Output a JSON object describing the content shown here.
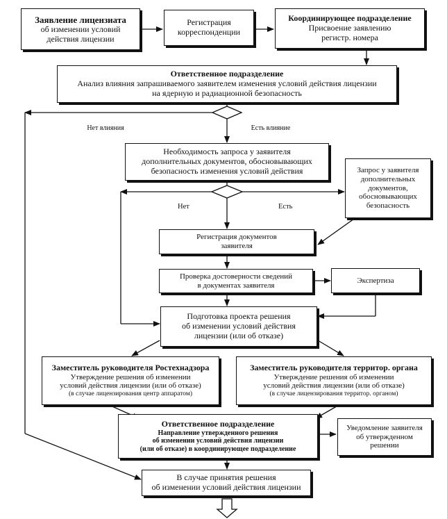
{
  "boxes": {
    "statement": {
      "lines": [
        "Заявление лицензиата",
        "об изменении условий",
        "действия лицензии"
      ]
    },
    "registration": {
      "lines": [
        "Регистрация",
        "корреспонденции"
      ]
    },
    "coordinating": {
      "lines": [
        "Координирующее подразделение",
        "Присвоение заявлению",
        "регистр. номера"
      ]
    },
    "responsible_analysis": {
      "lines": [
        "Ответственное подразделение",
        "Анализ влияния запрашиваемого заявителем изменения условий действия лицензии",
        "на ядерную и радиационной безопасность"
      ]
    },
    "need_docs": {
      "lines": [
        "Необходимость запроса у заявителя",
        "дополнительных документов, обосновывающих",
        "безопасность изменения условий действия"
      ]
    },
    "request_docs": {
      "lines": [
        "Запрос у заявителя",
        "дополнительных",
        "документов,",
        "обосновывающих",
        "безопасность"
      ]
    },
    "register_docs": {
      "lines": [
        "Регистрация документов",
        "заявителя"
      ]
    },
    "verify": {
      "lines": [
        "Проверка достоверности сведений",
        "в документах заявителя"
      ]
    },
    "expertise": {
      "lines": [
        "Экспертиза"
      ]
    },
    "prepare": {
      "lines": [
        "Подготовка проекта решения",
        "об изменении условий действия",
        "лицензии (или об отказе)"
      ]
    },
    "deputy_rtn": {
      "lines": [
        "Заместитель руководителя Ростехнадзора",
        "Утверждение решения об изменении",
        "условий действия лицензии (или об отказе)",
        "(в случае лицензирования центр аппаратом)"
      ]
    },
    "deputy_terr": {
      "lines": [
        "Заместитель руководителя территор. органа",
        "Утверждение решения об изменении",
        "условий действия лицензии (или об отказе)",
        "(в случае лицензирования территор. органом)"
      ]
    },
    "responsible_send": {
      "lines": [
        "Ответственное подразделение",
        "Направление утвержденного решения",
        "об изменении условий действия лицензии",
        "(или об отказе) в координирующее подразделение"
      ]
    },
    "notify": {
      "lines": [
        "Уведомление заявителя",
        "об утвержденном",
        "решении"
      ]
    },
    "final": {
      "lines": [
        "В случае принятия решения",
        "об изменении условий действия лицензии"
      ]
    }
  },
  "labels": {
    "no_influence": "Нет влияния",
    "has_influence": "Есть влияние",
    "no": "Нет",
    "yes": "Есть"
  }
}
